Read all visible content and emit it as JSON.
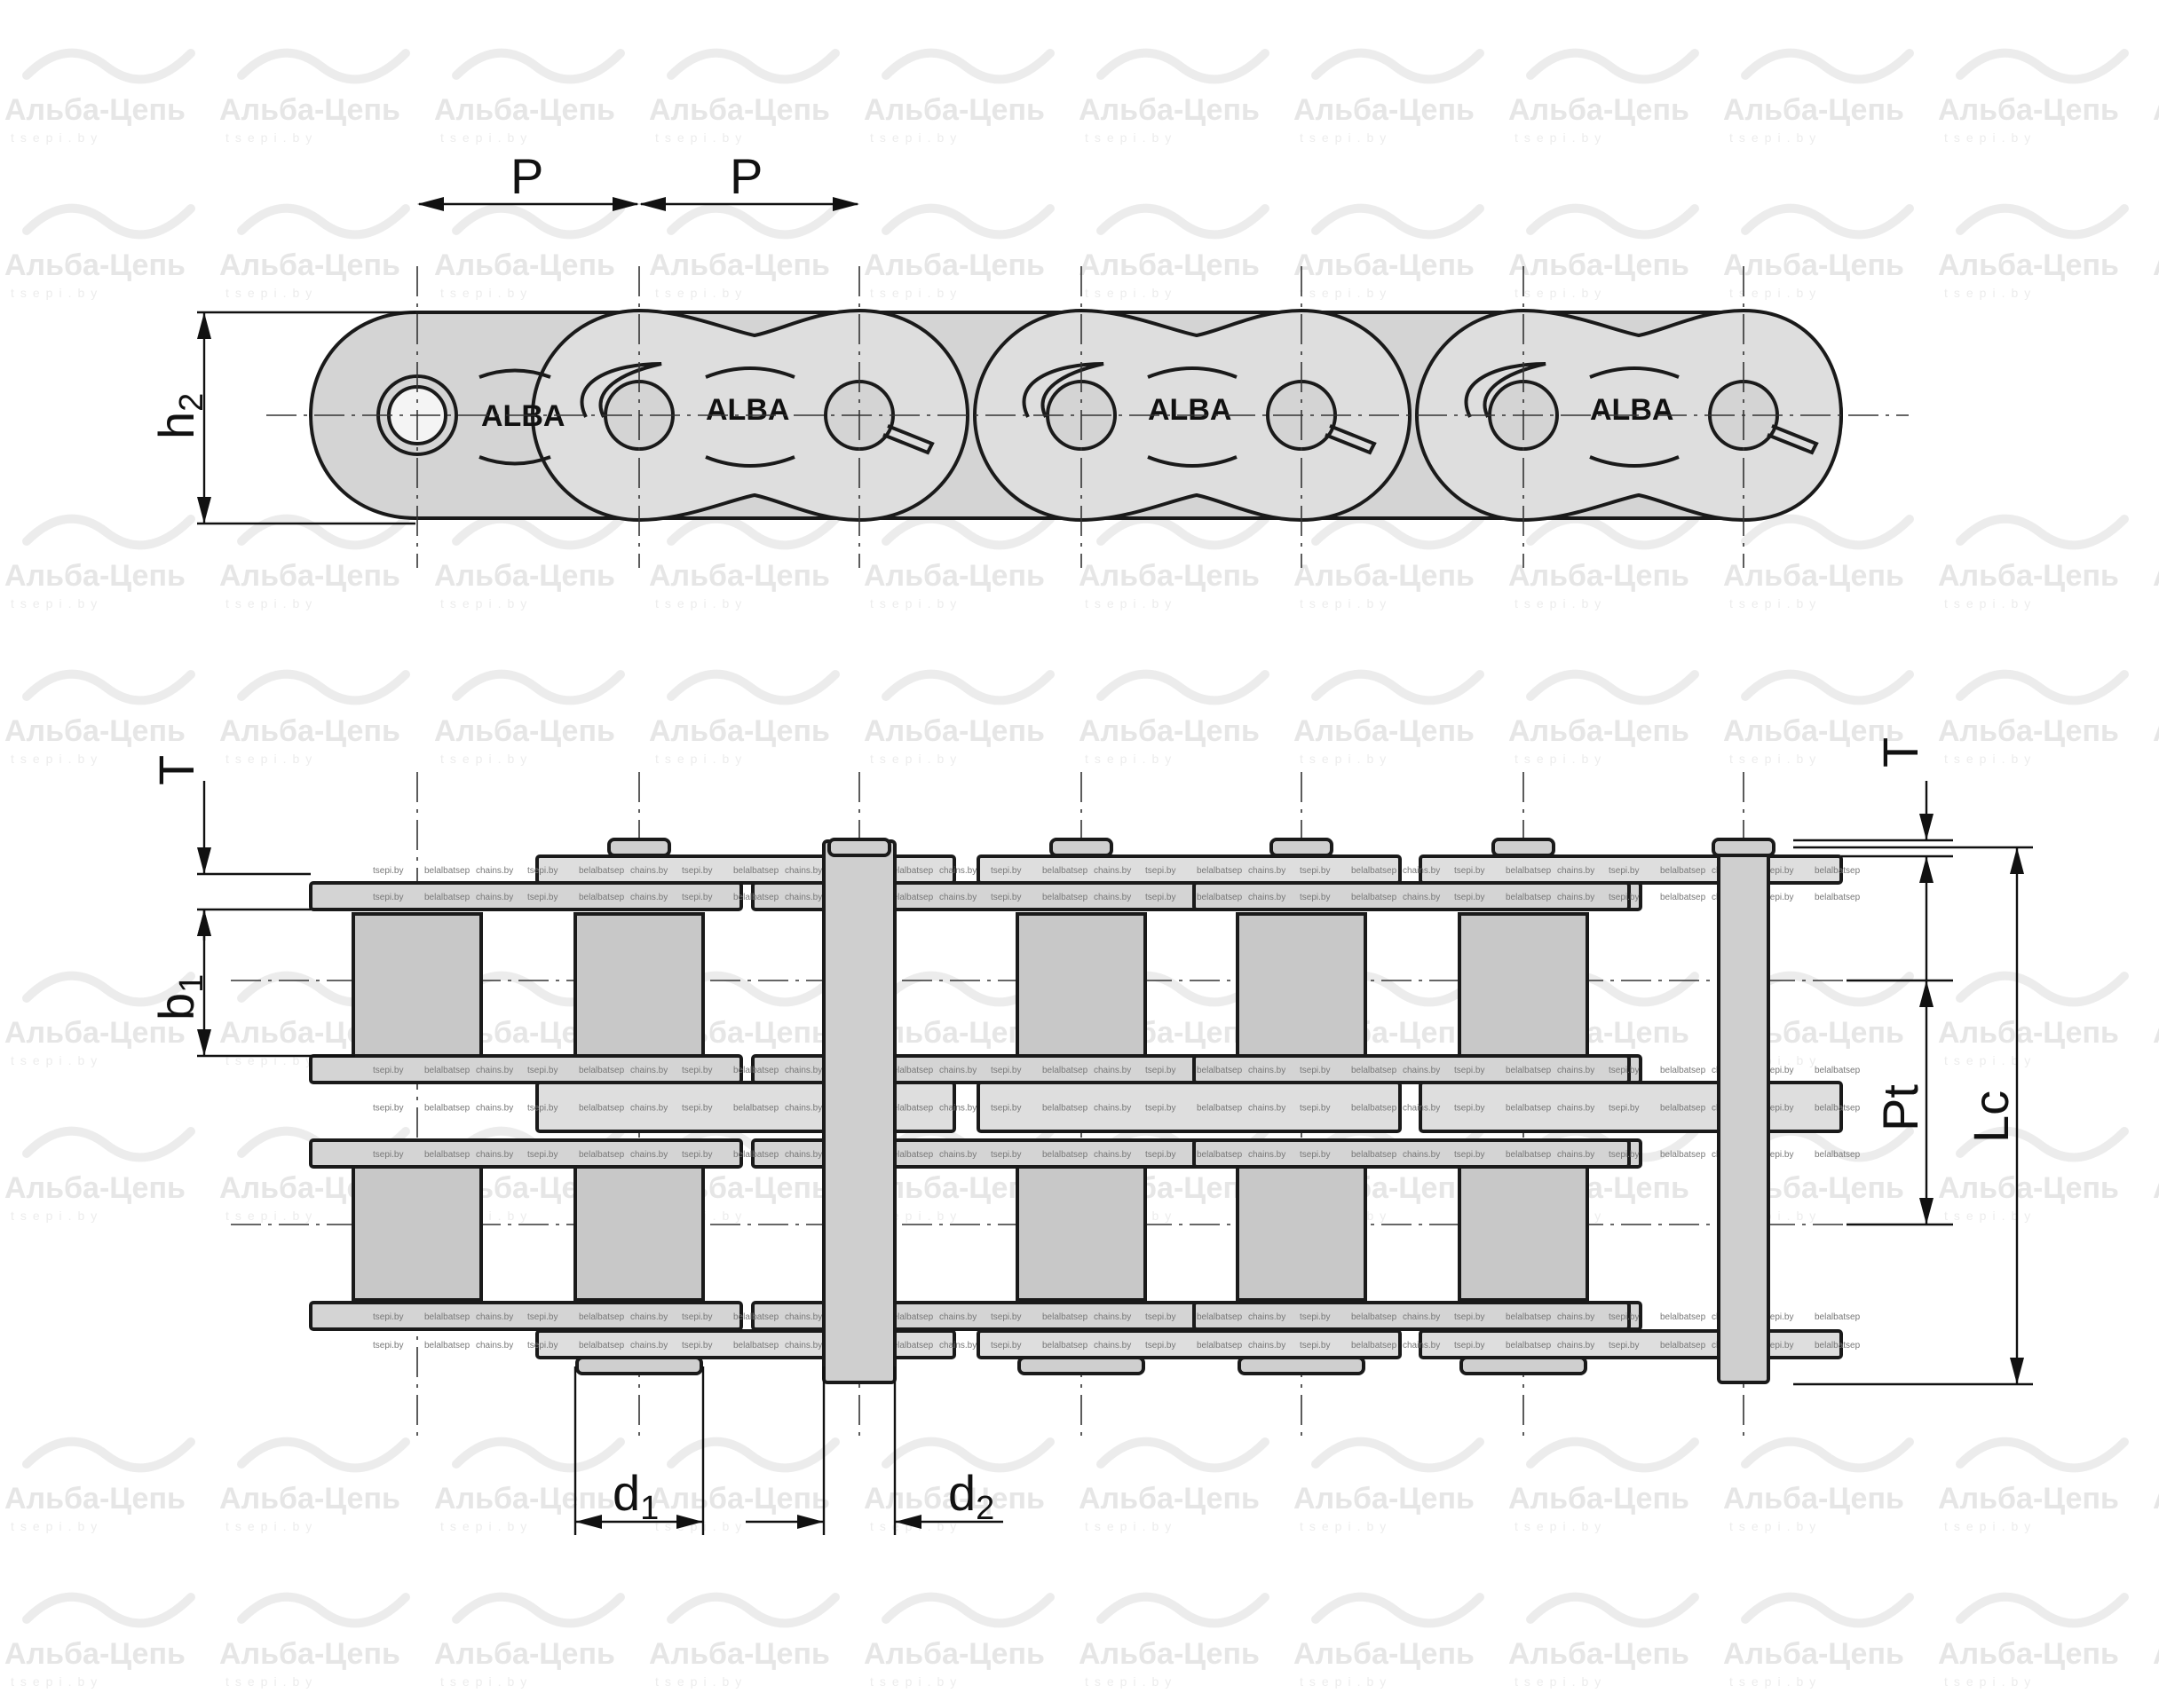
{
  "watermark": {
    "brand": "Альба-Цепь",
    "url": "tsepi.by"
  },
  "dimensions": {
    "pitch": "P",
    "plate_height": {
      "base": "h",
      "sub": "2"
    },
    "plate_thickness": "T",
    "inner_width": {
      "base": "b",
      "sub": "1"
    },
    "roller_diameter": {
      "base": "d",
      "sub": "1"
    },
    "pin_diameter": {
      "base": "d",
      "sub": "2"
    },
    "transverse_pitch": "Pt",
    "pin_length": "Lc"
  },
  "plate_marking": "ALBA",
  "plate_tags": [
    "tsepi.by",
    "belalbatsep",
    "chains.by"
  ]
}
